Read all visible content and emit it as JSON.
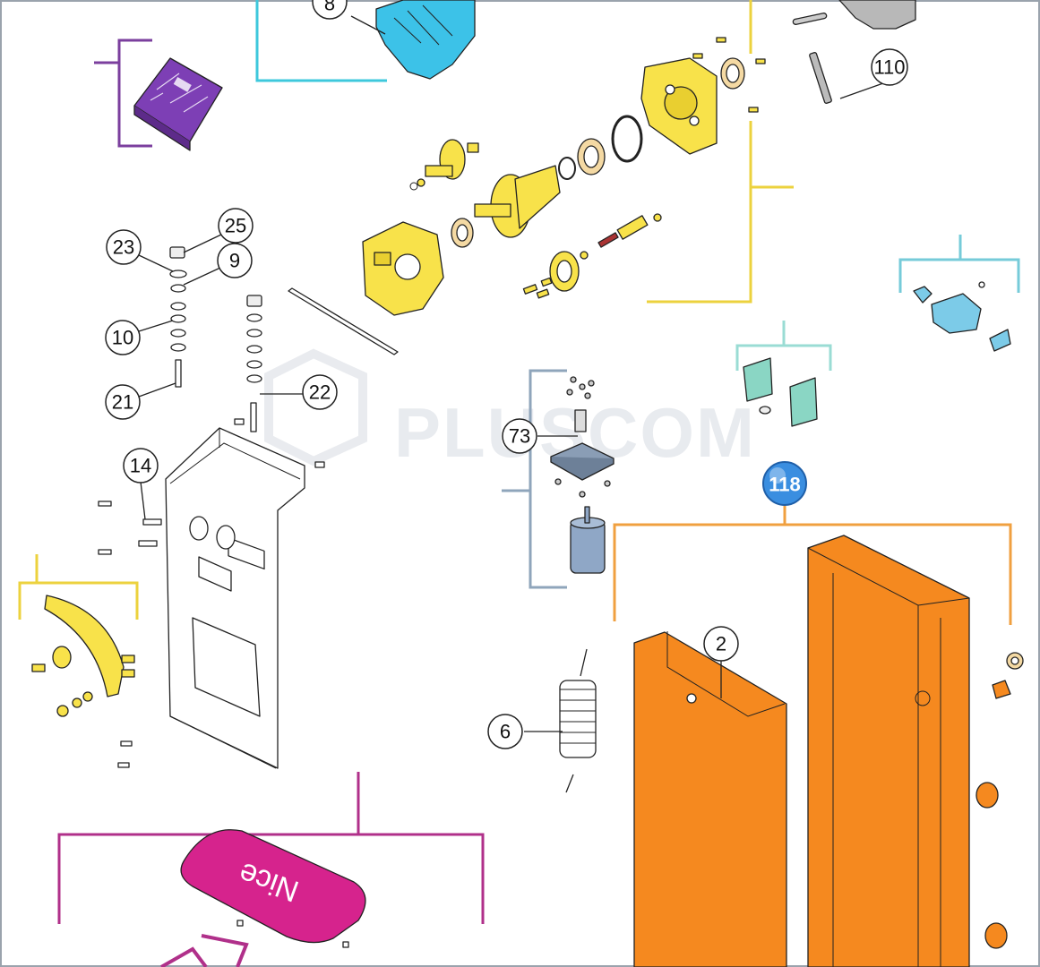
{
  "watermark": {
    "text": "PLUSCOM"
  },
  "brand_cover_text": "Nice",
  "group_badge": {
    "label": "118"
  },
  "callouts": [
    {
      "id": "c8",
      "label": "8"
    },
    {
      "id": "c110",
      "label": "110"
    },
    {
      "id": "c25",
      "label": "25"
    },
    {
      "id": "c23",
      "label": "23"
    },
    {
      "id": "c9",
      "label": "9"
    },
    {
      "id": "c10",
      "label": "10"
    },
    {
      "id": "c21",
      "label": "21"
    },
    {
      "id": "c22",
      "label": "22"
    },
    {
      "id": "c14",
      "label": "14"
    },
    {
      "id": "c73",
      "label": "73"
    },
    {
      "id": "c2",
      "label": "2"
    },
    {
      "id": "c6",
      "label": "6"
    }
  ],
  "colors": {
    "cyan_group": "#3ec8dc",
    "purple_group": "#7b3f9e",
    "yellow_group": "#ecd23e",
    "light_cyan_group": "#76cbd9",
    "mint_group": "#9adcd4",
    "steel_group": "#8fa5bb",
    "orange_group": "#f0a040",
    "magenta_group": "#b0308a",
    "orange_part": "#f5891f",
    "yellow_part": "#f8e24a",
    "magenta_part": "#d6238d",
    "cyan_part": "#3cc2e8",
    "purple_part": "#7d3fb5"
  }
}
